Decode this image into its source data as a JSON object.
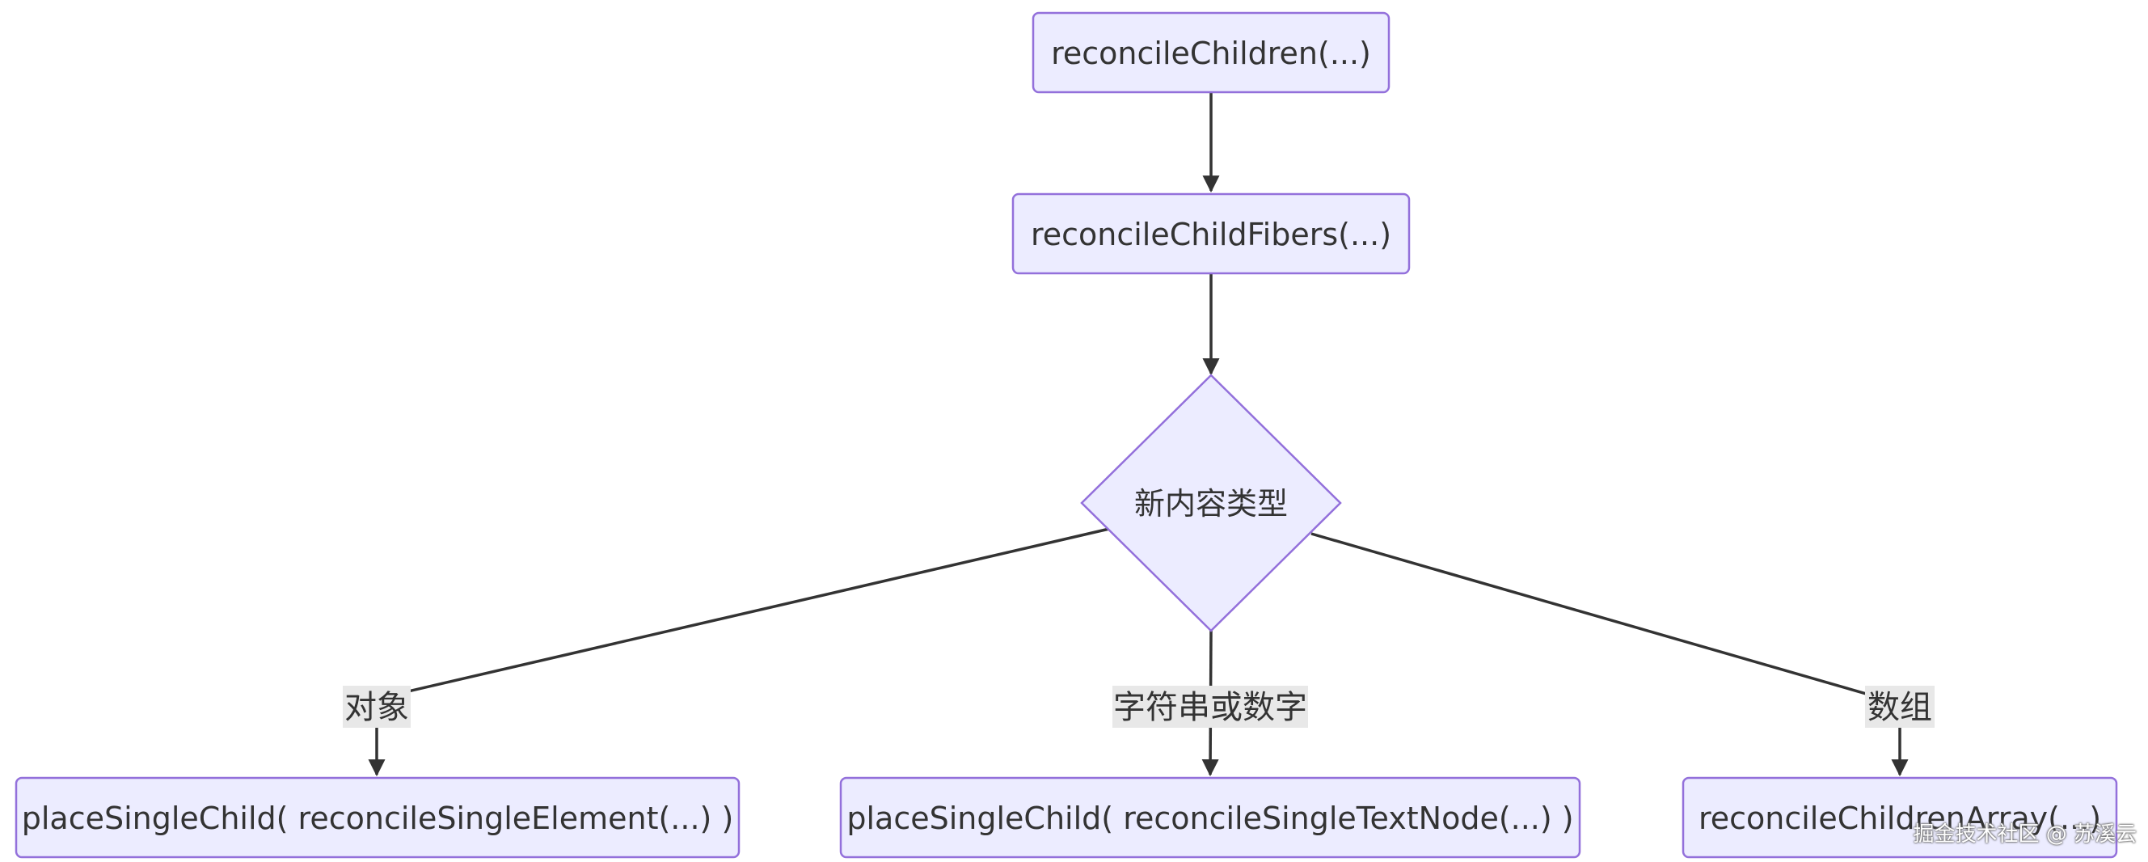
{
  "nodes": {
    "reconcile_children": "reconcileChildren(...)",
    "reconcile_child_fibers": "reconcileChildFibers(...)",
    "content_type_decision": "新内容类型",
    "single_element": "placeSingleChild( reconcileSingleElement(...) )",
    "single_text_node": "placeSingleChild( reconcileSingleTextNode(...) )",
    "children_array": "reconcileChildrenArray(...)"
  },
  "edges": {
    "object_label": "对象",
    "string_number_label": "字符串或数字",
    "array_label": "数组"
  },
  "watermark": "掘金技术社区 @ 苏溪云",
  "colors": {
    "node_fill": "#ececff",
    "node_stroke": "#9370db",
    "edge": "#333333",
    "label_bg": "#e8e8e8"
  }
}
